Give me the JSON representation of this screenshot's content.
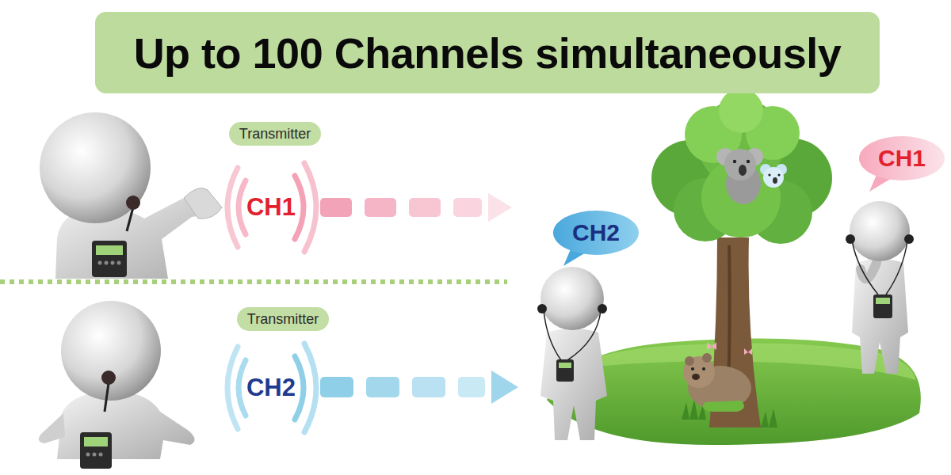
{
  "diagram": {
    "title": "Up to 100 Channels simultaneously",
    "nodes": [
      {
        "text": [
          "Transmitter"
        ]
      },
      {
        "text": [
          "CH1"
        ]
      },
      {
        "text": [
          "CH2"
        ]
      },
      {
        "text": [
          "Transmitter"
        ]
      }
    ],
    "labels": [
      "CH1",
      "CH2"
    ]
  }
}
